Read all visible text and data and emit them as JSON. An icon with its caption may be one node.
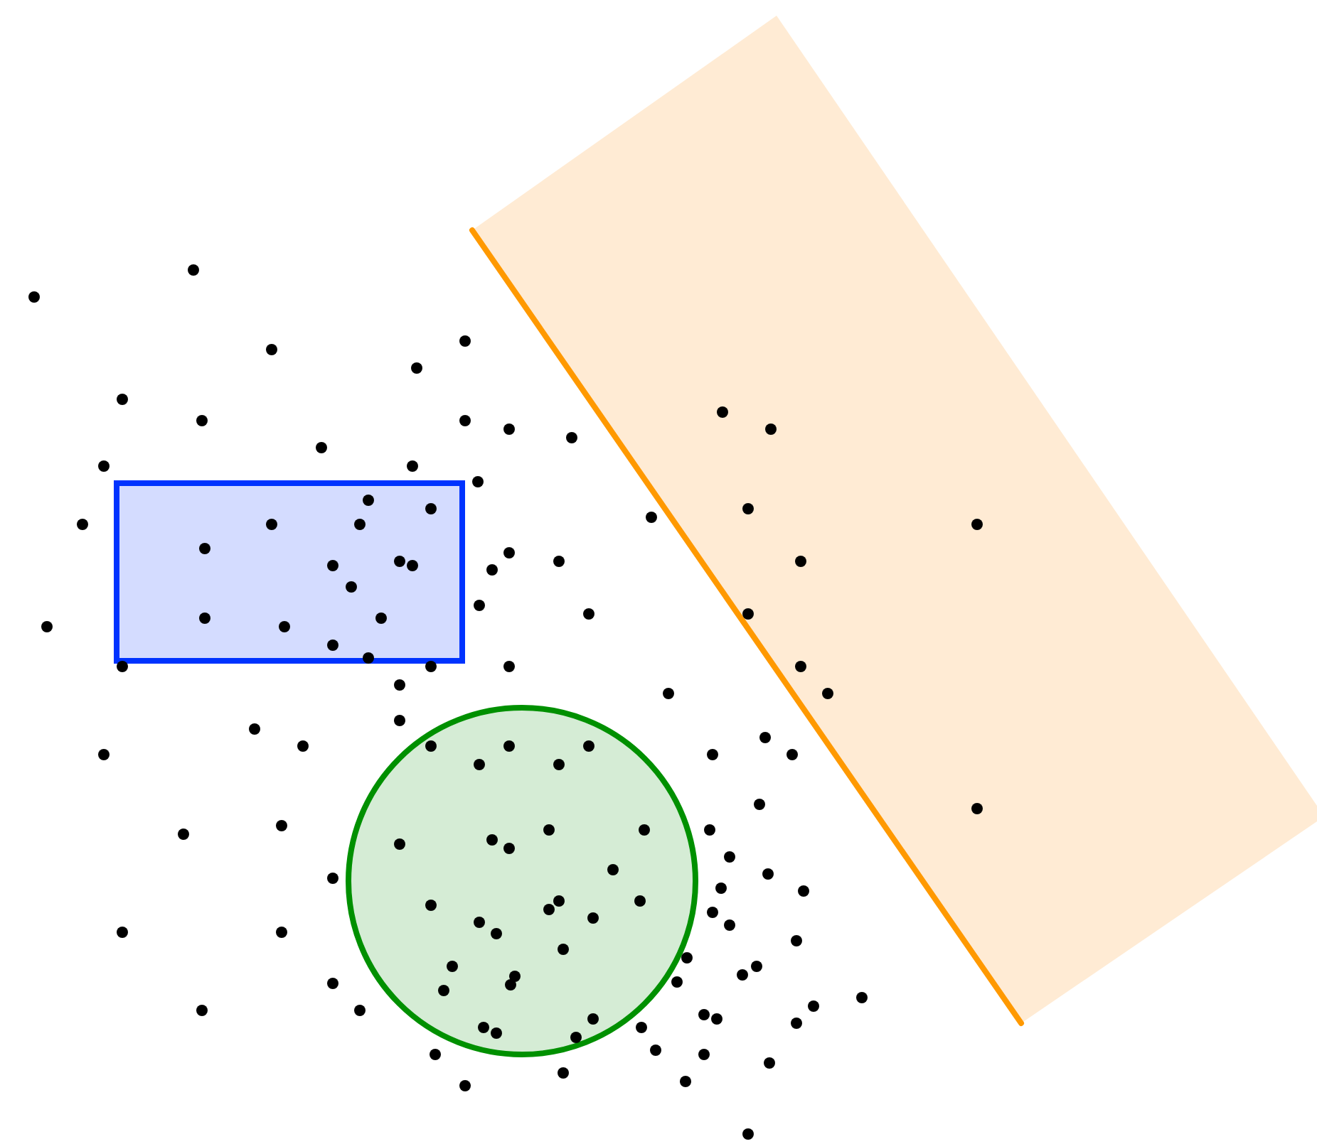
{
  "diagram": {
    "nodes": [
      {
        "text": [],
        "shape": "box"
      },
      {
        "text": [],
        "shape": "circle"
      },
      {
        "text": [],
        "shape": "band"
      }
    ]
  }
}
